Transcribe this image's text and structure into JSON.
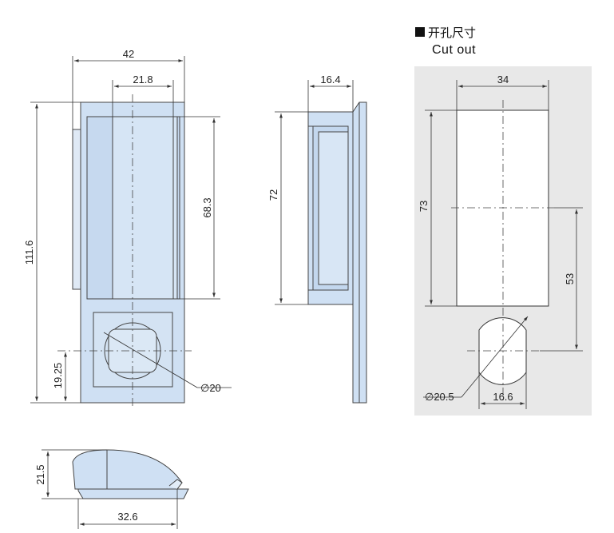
{
  "colors": {
    "part_fill": "#cfe0f3",
    "part_fill_light": "#e2edf8",
    "cutout_panel": "#e8e8e8",
    "line": "#333333"
  },
  "cutout": {
    "title_cn": "开孔尺寸",
    "title_en": "Cut out"
  },
  "dimensions": {
    "front_width": "42",
    "front_inner_width": "21.8",
    "front_height": "111.6",
    "front_handle_height": "68.3",
    "front_hole_offset": "19.25",
    "front_hole_diameter": "∅20",
    "side_depth": "16.4",
    "side_height": "72",
    "cut_width": "34",
    "cut_height": "73",
    "cut_hole_offset": "53",
    "cut_hole_diameter": "∅20.5",
    "cut_hole_flat": "16.6",
    "bottom_height": "21.5",
    "bottom_length": "32.6"
  }
}
